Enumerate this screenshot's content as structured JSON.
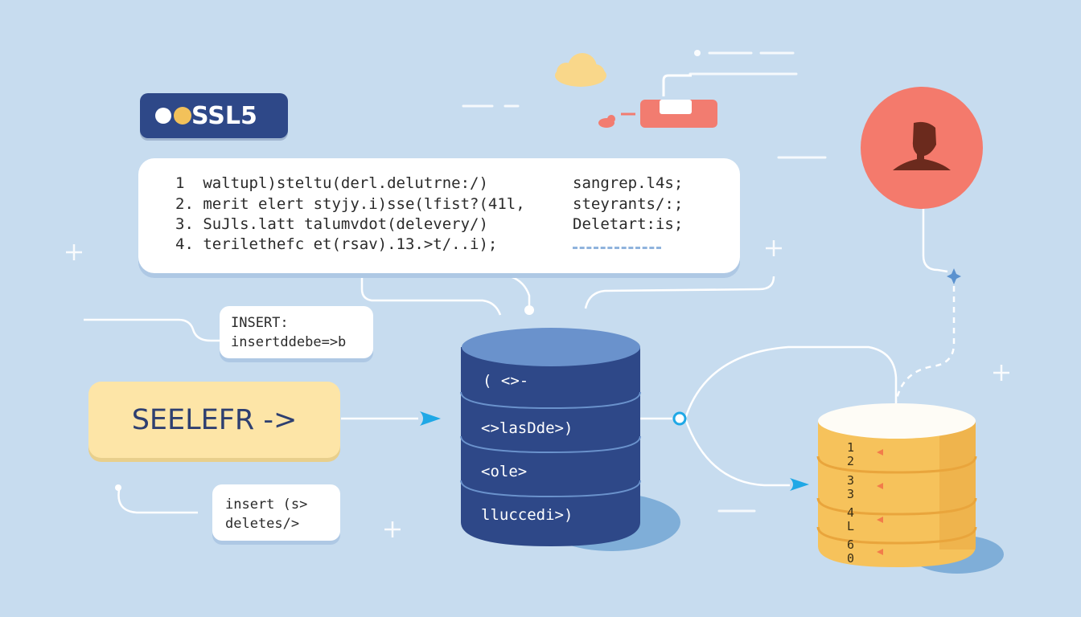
{
  "badge": {
    "text": "SSL5"
  },
  "code": {
    "lines": [
      "1  waltupl)steltu(derl.delutrne:/)",
      "2. merit elert styjy.i)sse(lfist?(41l,",
      "3. SuJls.latt talumvdot(delevery/)",
      "4. terilethefc et(rsav).13.>t/..i);"
    ],
    "right": [
      "sangrep.l4s;",
      "steyrants/:;",
      "Deletart:is;"
    ]
  },
  "insert_note": {
    "line1": "INSERT:",
    "line2": "insertddebe=>b"
  },
  "select_box": {
    "label": "SEELEFR ->"
  },
  "insert_delete_note": {
    "line1": "insert (s>",
    "line2": "deletes/>"
  },
  "database": {
    "labels": [
      "( <>-",
      "<>lasDde>)",
      "<ole>",
      "lluccedi>)"
    ]
  },
  "stack": {
    "labels": [
      "1\n2",
      "3\n3",
      "4\nL",
      "6\n0"
    ]
  },
  "colors": {
    "background": "#c7dcef",
    "navy": "#2e4888",
    "db_top": "#6a92cc",
    "gold": "#f6c25b",
    "gold_top": "#fefcf6",
    "avatar": "#f47a6c",
    "accent_blue": "#1fa8e6"
  },
  "icons": [
    "cloud-icon",
    "chat-bubble-icon",
    "user-avatar-icon",
    "sparkle-icon",
    "plus-icon"
  ]
}
